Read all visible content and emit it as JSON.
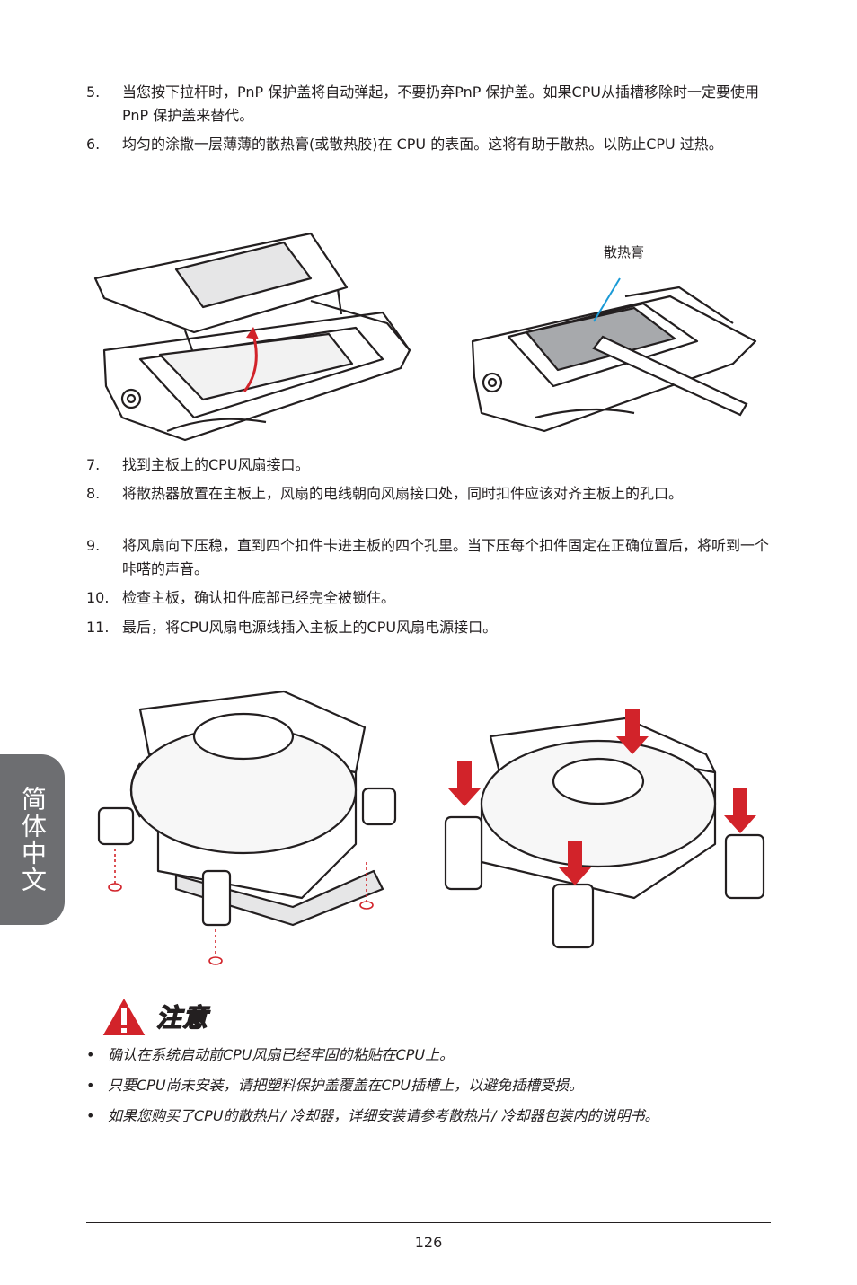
{
  "steps_top": [
    {
      "num": "5.",
      "text": "当您按下拉杆时，PnP 保护盖将自动弹起，不要扔弃PnP 保护盖。如果CPU从插槽移除时一定要使用PnP 保护盖来替代。"
    },
    {
      "num": "6.",
      "text": "均匀的涂撒一层薄薄的散热膏(或散热胶)在 CPU 的表面。这将有助于散热。以防止CPU 过热。"
    }
  ],
  "figure1": {
    "label": "散热膏"
  },
  "steps_bottom": [
    {
      "num": "7.",
      "text": "找到主板上的CPU风扇接口。"
    },
    {
      "num": "8.",
      "text": "将散热器放置在主板上，风扇的电线朝向风扇接口处，同时扣件应该对齐主板上的孔口。"
    },
    {
      "num": "9.",
      "text": "将风扇向下压稳，直到四个扣件卡进主板的四个孔里。当下压每个扣件固定在正确位置后，将听到一个咔嗒的声音。"
    },
    {
      "num": "10.",
      "text": "检查主板，确认扣件底部已经完全被锁住。"
    },
    {
      "num": "11.",
      "text": "最后，将CPU风扇电源线插入主板上的CPU风扇电源接口。"
    }
  ],
  "side_tab": {
    "label": "简体中文"
  },
  "caution": {
    "title": "注意",
    "items": [
      "确认在系统启动前CPU风扇已经牢固的粘贴在CPU上。",
      "只要CPU尚未安装，请把塑料保护盖覆盖在CPU插槽上，以避免插槽受损。",
      "如果您购买了CPU的散热片/ 冷却器，详细安装请参考散热片/ 冷却器包装内的说明书。"
    ]
  },
  "footer": {
    "page_number": "126"
  },
  "colors": {
    "accent_red": "#d2232a",
    "tab_gray": "#6d6e71",
    "grease_blue": "#1a9ad6"
  }
}
